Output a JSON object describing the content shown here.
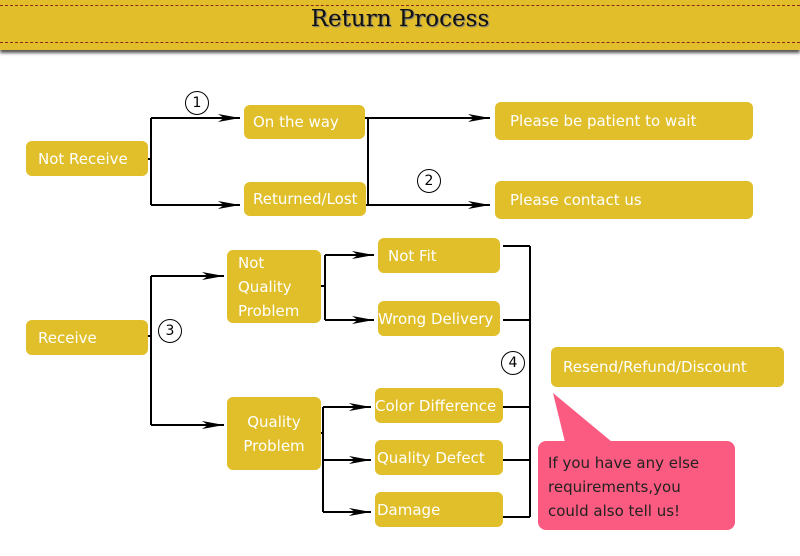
{
  "header": {
    "title": "Return Process"
  },
  "nodes": {
    "not_receive": "Not Receive",
    "on_the_way": "On the way",
    "returned_lost": "Returned/Lost",
    "be_patient": "Please be patient to wait",
    "contact_us": "Please contact us",
    "receive": "Receive",
    "not_quality_problem": "Not Quality Problem",
    "not_fit": "Not Fit",
    "wrong_delivery": "Wrong Delivery",
    "quality_problem": "Quality Problem",
    "color_difference": "Color Difference",
    "quality_defect": "Quality Defect",
    "damage": "Damage",
    "resend": "Resend/Refund/Discount"
  },
  "steps": [
    "1",
    "2",
    "3",
    "4"
  ],
  "callout": {
    "text": "If you have any else requirements,you could also tell us!"
  },
  "colors": {
    "box": "#e0bf2a",
    "header": "#e3be2b",
    "callout": "#fb5b80"
  }
}
